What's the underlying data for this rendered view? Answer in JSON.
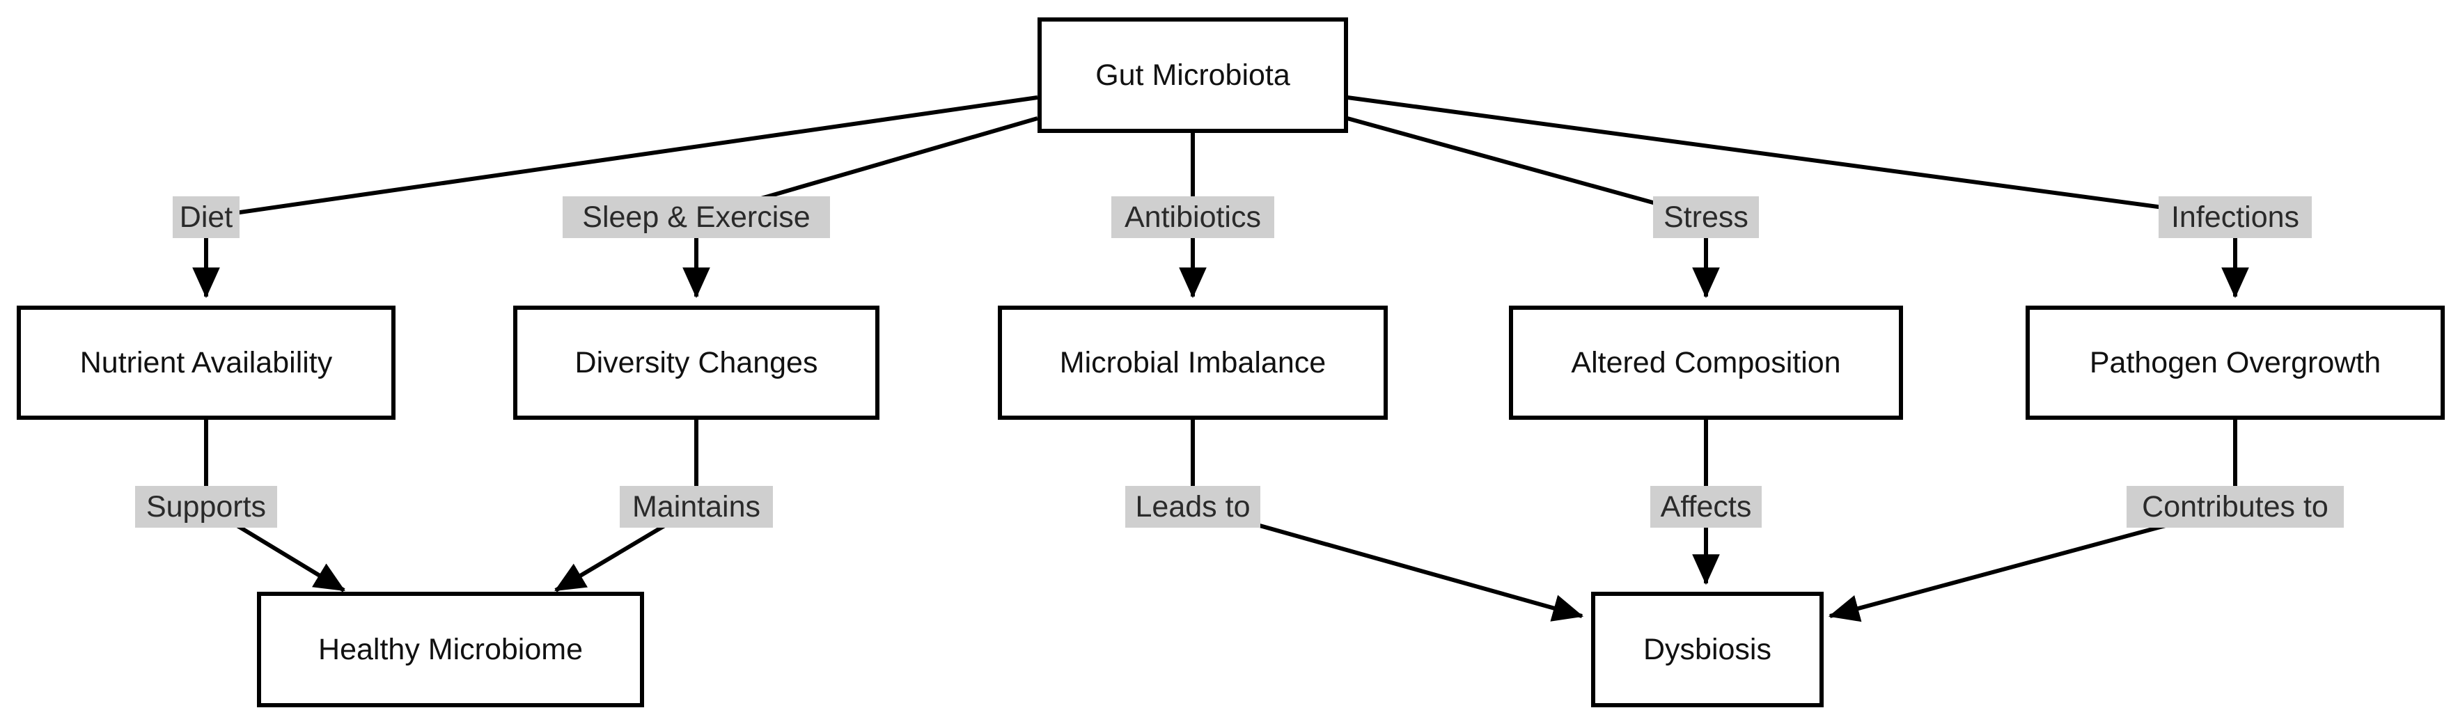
{
  "nodes": {
    "gut_microbiota": "Gut Microbiota",
    "nutrient_availability": "Nutrient Availability",
    "diversity_changes": "Diversity Changes",
    "microbial_imbalance": "Microbial Imbalance",
    "altered_composition": "Altered Composition",
    "pathogen_overgrowth": "Pathogen Overgrowth",
    "healthy_microbiome": "Healthy Microbiome",
    "dysbiosis": "Dysbiosis"
  },
  "edges": {
    "diet": "Diet",
    "sleep_exercise": "Sleep & Exercise",
    "antibiotics": "Antibiotics",
    "stress": "Stress",
    "infections": "Infections",
    "supports": "Supports",
    "maintains": "Maintains",
    "leads_to": "Leads to",
    "affects": "Affects",
    "contributes_to": "Contributes to"
  },
  "colors": {
    "node_border": "#000000",
    "node_fill": "#ffffff",
    "edge_label_bg": "#cfcfcf",
    "edge_stroke": "#000000"
  }
}
